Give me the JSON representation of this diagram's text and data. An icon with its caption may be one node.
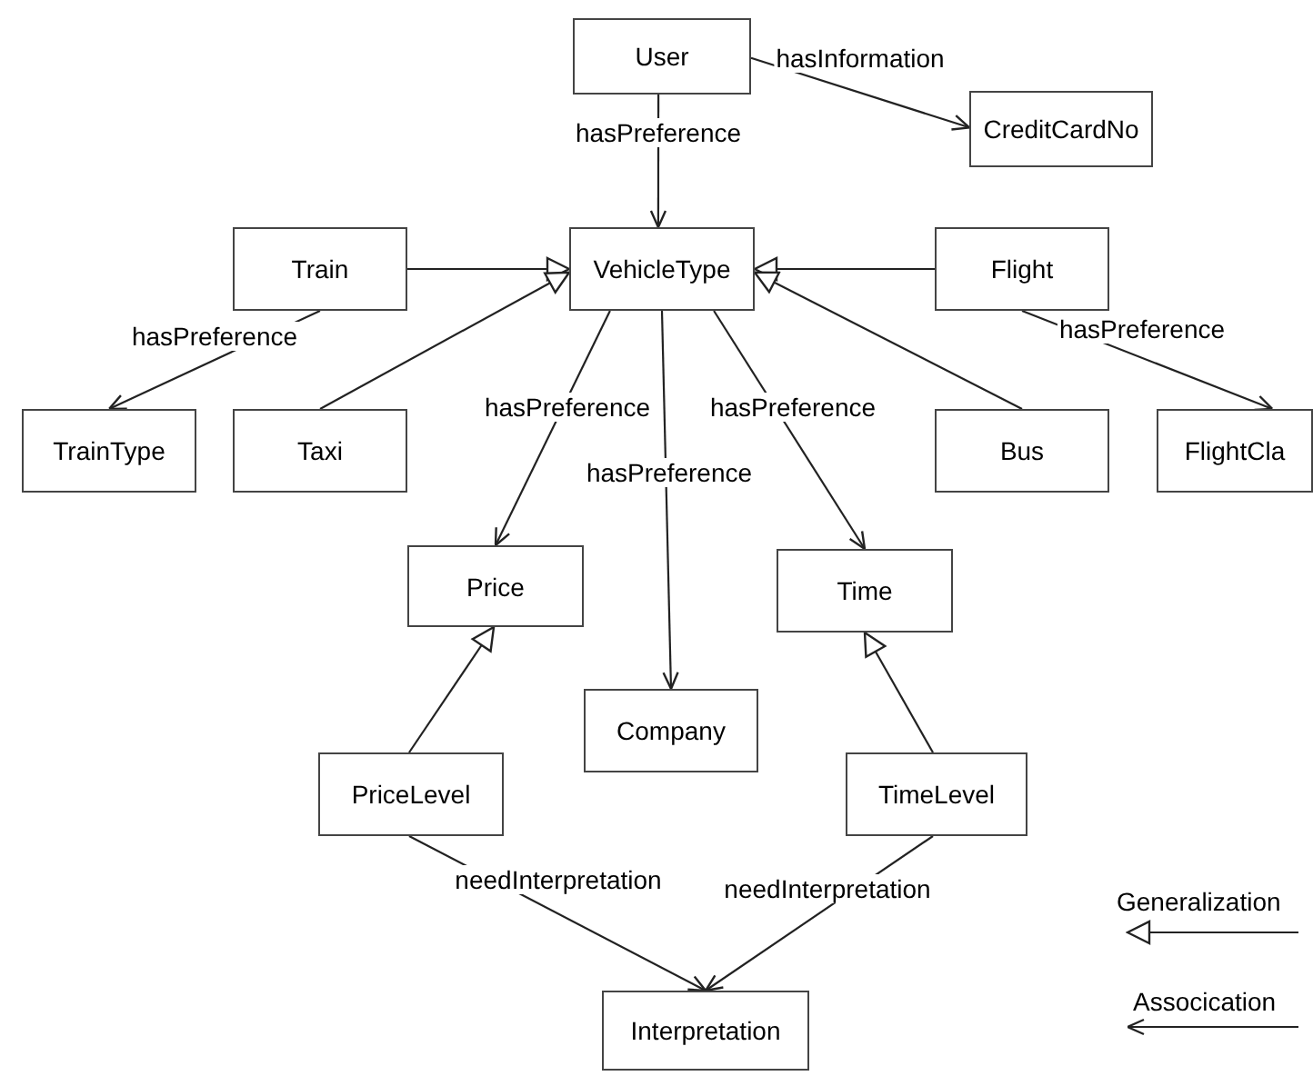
{
  "diagram": {
    "nodes": [
      {
        "text": [
          "User"
        ]
      },
      {
        "text": [
          "CreditCardNo"
        ]
      },
      {
        "text": [
          "Train"
        ]
      },
      {
        "text": [
          "VehicleType"
        ]
      },
      {
        "text": [
          "Flight"
        ]
      },
      {
        "text": [
          "TrainType"
        ]
      },
      {
        "text": [
          "Taxi"
        ]
      },
      {
        "text": [
          "Bus"
        ]
      },
      {
        "text": [
          "FlightCla"
        ]
      },
      {
        "text": [
          "Price"
        ]
      },
      {
        "text": [
          "Time"
        ]
      },
      {
        "text": [
          "Company"
        ]
      },
      {
        "text": [
          "PriceLevel"
        ]
      },
      {
        "text": [
          "TimeLevel"
        ]
      },
      {
        "text": [
          "Interpretation"
        ]
      }
    ],
    "edges": [
      {
        "from": 0,
        "to": 3,
        "arrow": "to",
        "label": "hasPreference"
      },
      {
        "from": 0,
        "to": 1,
        "arrow": "to",
        "label": "hasInformation"
      },
      {
        "from": 2,
        "to": 3,
        "arrow": "to"
      },
      {
        "from": 4,
        "to": 3,
        "arrow": "to"
      },
      {
        "from": 6,
        "to": 3,
        "arrow": "to"
      },
      {
        "from": 7,
        "to": 3,
        "arrow": "to"
      },
      {
        "from": 2,
        "to": 5,
        "arrow": "to",
        "label": "hasPreference"
      },
      {
        "from": 4,
        "to": 8,
        "arrow": "to",
        "label": "hasPreference"
      },
      {
        "from": 3,
        "to": 9,
        "arrow": "to",
        "label": "hasPreference"
      },
      {
        "from": 3,
        "to": 11,
        "arrow": "to",
        "label": "hasPreference"
      },
      {
        "from": 3,
        "to": 10,
        "arrow": "to",
        "label": "hasPreference"
      },
      {
        "from": 12,
        "to": 9,
        "arrow": "to"
      },
      {
        "from": 13,
        "to": 10,
        "arrow": "to"
      },
      {
        "from": 12,
        "to": 14,
        "arrow": "to",
        "label": "needInterpretation"
      },
      {
        "from": 13,
        "to": 14,
        "arrow": "to",
        "label": "needInterpretation"
      }
    ],
    "legend": [
      {
        "text": "Generalization"
      },
      {
        "text": "Assocication"
      }
    ]
  }
}
